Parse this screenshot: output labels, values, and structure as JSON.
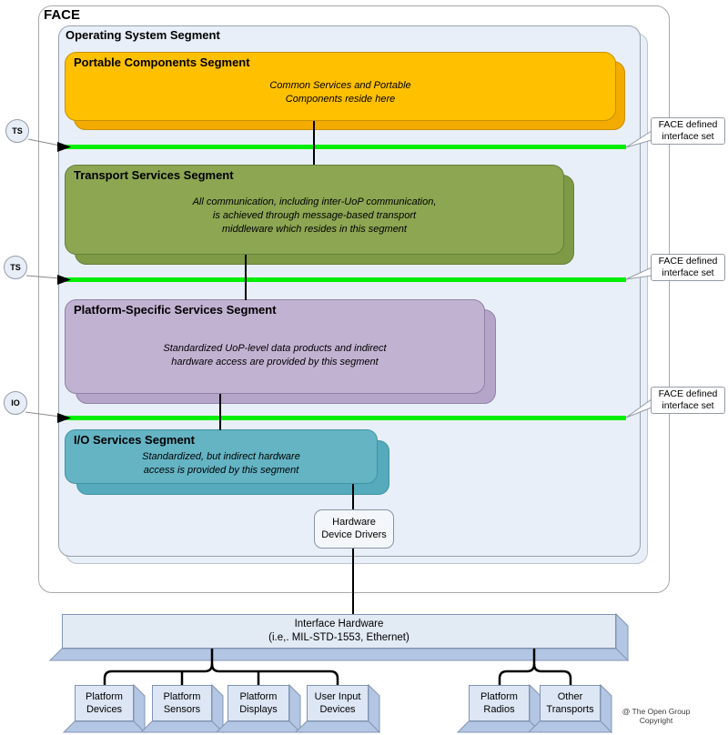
{
  "face_label": "FACE",
  "oss_label": "Operating System Segment",
  "segments": [
    {
      "title": "Portable Components Segment",
      "desc_lines": [
        "Common Services and Portable",
        "Components reside here"
      ]
    },
    {
      "title": "Transport Services Segment",
      "desc_lines": [
        "All communication, including inter-UoP communication,",
        "is achieved through message-based transport",
        "middleware which resides in this segment"
      ]
    },
    {
      "title": "Platform-Specific Services Segment",
      "desc_lines": [
        "Standardized UoP-level data products and indirect",
        "hardware access are provided by this segment"
      ]
    },
    {
      "title": "I/O Services Segment",
      "desc_lines": [
        "Standardized, but indirect hardware",
        "access is provided by this segment"
      ]
    }
  ],
  "interface_badges": [
    "TS",
    "TS",
    "IO"
  ],
  "callout_lines": [
    "FACE defined",
    "interface set"
  ],
  "hdd_lines": [
    "Hardware",
    "Device Drivers"
  ],
  "interface_hw_lines": [
    "Interface Hardware",
    "(i.e,. MIL-STD-1553, Ethernet)"
  ],
  "device_boxes": [
    {
      "lines": [
        "Platform",
        "Devices"
      ]
    },
    {
      "lines": [
        "Platform",
        "Sensors"
      ]
    },
    {
      "lines": [
        "Platform",
        "Displays"
      ]
    },
    {
      "lines": [
        "User Input",
        "Devices"
      ]
    },
    {
      "lines": [
        "Platform",
        "Radios"
      ]
    },
    {
      "lines": [
        "Other",
        "Transports"
      ]
    }
  ],
  "copyright_lines": [
    "@ The Open Group",
    "Copyright"
  ],
  "colors": {
    "segment_portable": "#FFC000",
    "segment_transport": "#8CA652",
    "segment_platform_specific": "#C2B2D2",
    "segment_io": "#64B4C4",
    "interface_line_green": "#00EE00",
    "oss_background": "#E9EFF8",
    "hardware_box_front": "#DDE6F4",
    "hardware_box_side": "#B3C6E3"
  }
}
